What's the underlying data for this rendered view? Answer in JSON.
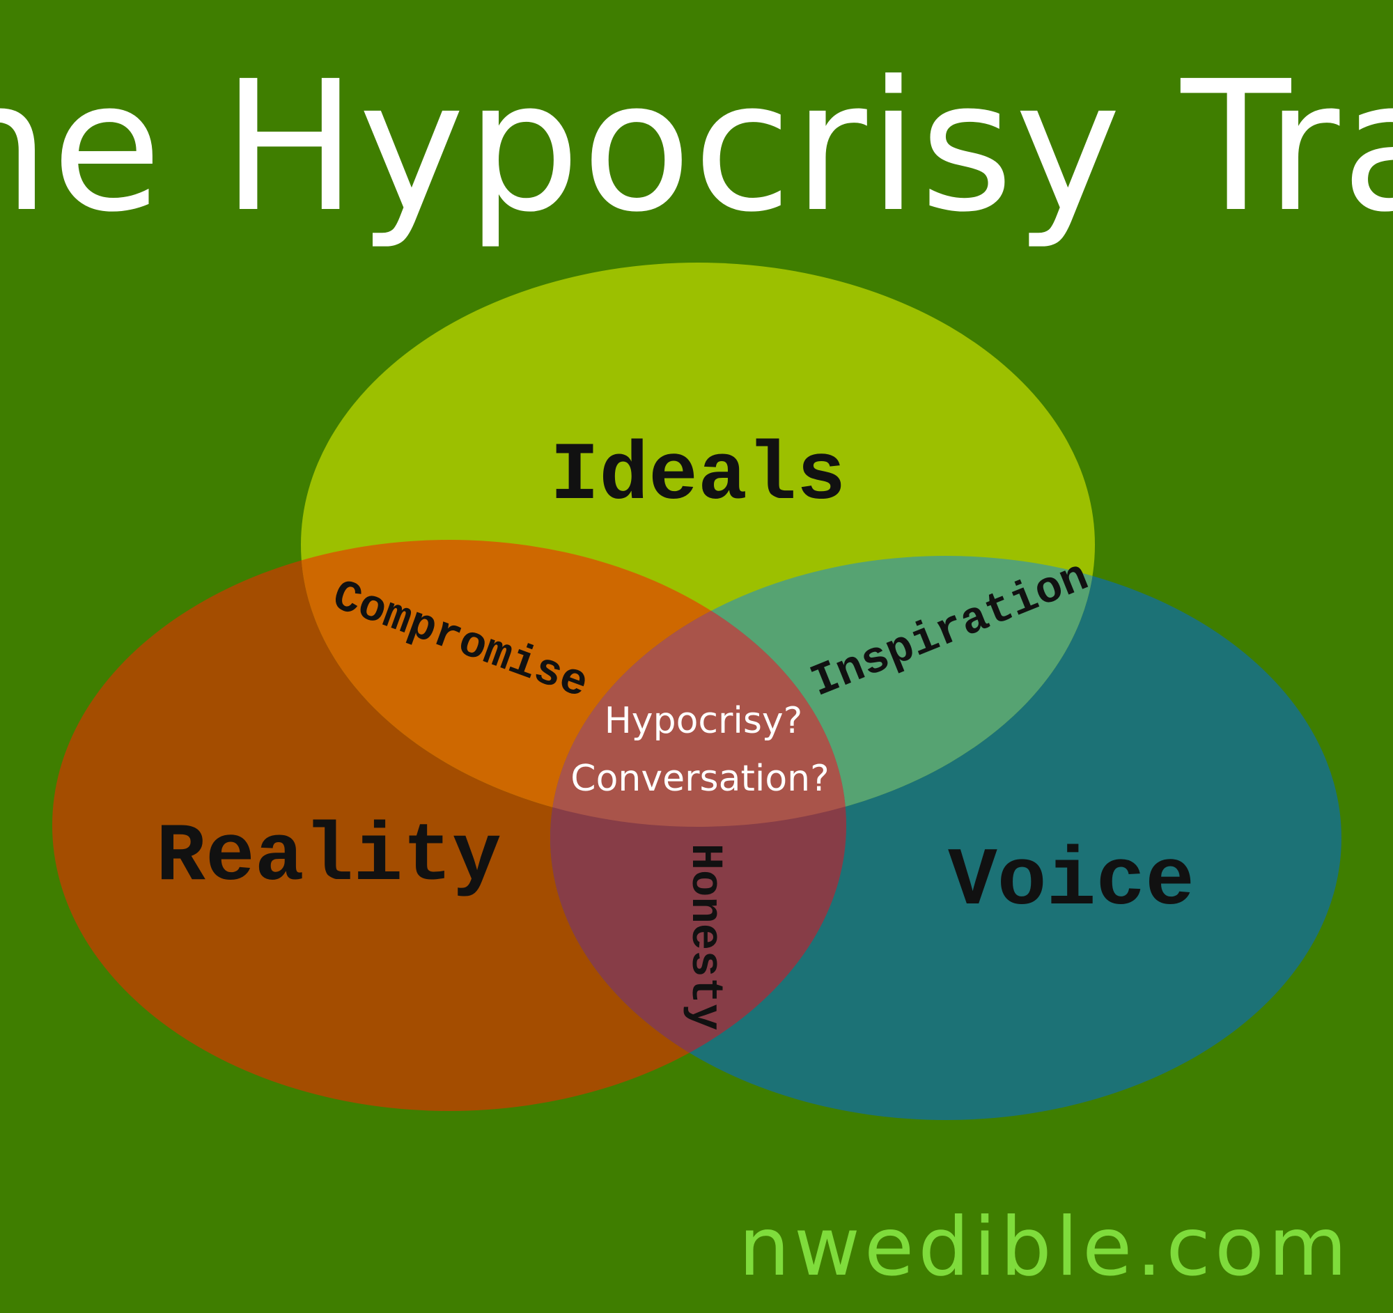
{
  "title": "The Hypocrisy Trap",
  "sets": {
    "ideals": {
      "label": "Ideals",
      "color": "#a8cc00"
    },
    "reality": {
      "label": "Reality",
      "color": "#cc3a00"
    },
    "voice": {
      "label": "Voice",
      "color": "#1f6f8a"
    }
  },
  "overlaps": {
    "ideals_reality": "Compromise",
    "ideals_voice": "Inspiration",
    "reality_voice": "Honesty",
    "center_line1": "Hypocrisy?",
    "center_line2": "Conversation?"
  },
  "footer": {
    "site": "nwedible.com"
  },
  "colors": {
    "background": "#3f7e00",
    "title": "#ffffff",
    "footer": "#7fdc3c"
  }
}
